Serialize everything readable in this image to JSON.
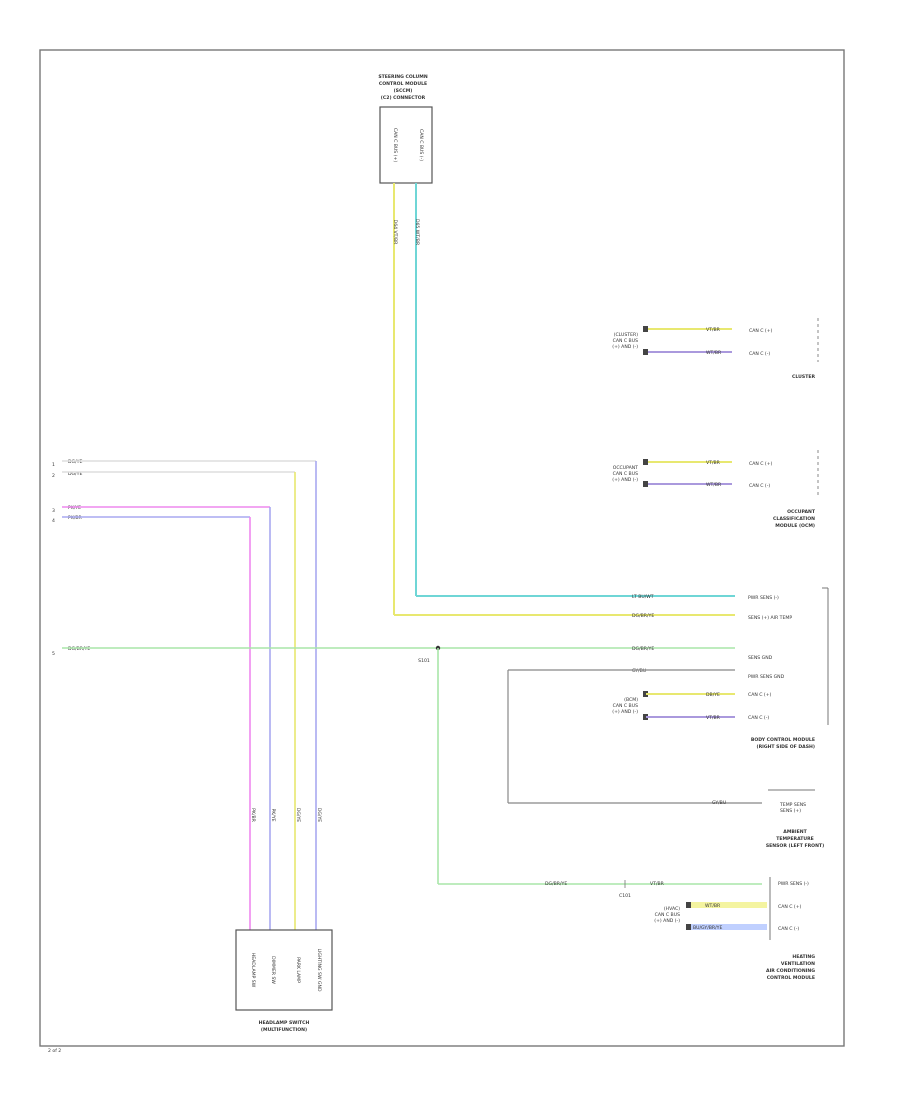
{
  "colors": {
    "frame": "#777777",
    "connector": "#555555",
    "wire_yellow": "#e8e870",
    "wire_cyan": "#6fd6d6",
    "wire_green": "#a8e6a8",
    "wire_magenta": "#ee88ee",
    "wire_lavender": "#a8a8f0",
    "wire_blue": "#4444dd",
    "wire_white": "#dddddd",
    "wire_gray": "#888888",
    "wire_violet": "#aa99dd",
    "highlight_yellow": "#f4f4a0",
    "highlight_blue": "#c0d0ff"
  },
  "labels": {
    "top_module": [
      "STEERING COLUMN",
      "CONTROL MODULE",
      "(SCCM)",
      "(C2) CONNECTOR"
    ],
    "top_pin_left": "CAN C BUS (+)",
    "top_pin_right": "CAN C BUS (-)",
    "top_wire_left": "D64 VT/BR",
    "top_wire_right": "D65 WT/BR",
    "cluster_pins": [
      "CAN C (+)",
      "CAN C (-)"
    ],
    "cluster_ctrl": [
      "(CLUSTER)",
      "CAN C BUS",
      "(+) AND (-)"
    ],
    "cluster_name": "CLUSTER",
    "cluster_wires": [
      "VT/BR",
      "WT/BR"
    ],
    "occupant_pins": [
      "CAN C (+)",
      "CAN C (-)"
    ],
    "occupant_ctrl": [
      "OCCUPANT",
      "CAN C BUS",
      "(+) AND (-)"
    ],
    "occupant_name": [
      "OCCUPANT",
      "CLASSIFICATION",
      "MODULE (OCM)"
    ],
    "occupant_wires": [
      "VT/BR",
      "WT/BR"
    ],
    "left_wires": [
      "DG/YE",
      "DG/YE",
      "PK/YE",
      "PK/BR"
    ],
    "left_pins": [
      "1",
      "2",
      "3",
      "4"
    ],
    "left_ground": "DG/BR/YE",
    "left_ground_pin": "5",
    "bcm_pins": [
      "PWR SENS (-)",
      "SENS (+) AIR TEMP",
      "SENS GND",
      "PWR SENS GND",
      "CAN C (+)",
      "CAN C (-)"
    ],
    "bcm_wires": [
      "LT BU/WT",
      "DG/BR/YE",
      "DG/BR/YE",
      "GY/BU",
      "DB/YE",
      "VT/BR"
    ],
    "bcm_ctrl": [
      "(BCM)",
      "CAN C BUS",
      "(+) AND (-)"
    ],
    "bcm_name": [
      "BODY CONTROL MODULE",
      "(RIGHT SIDE OF DASH)"
    ],
    "splice": "S101",
    "ambient_wire": "GY/BU",
    "ambient_pins": [
      "TEMP SENS",
      "SENS (+)"
    ],
    "ambient_name": [
      "AMBIENT",
      "TEMPERATURE",
      "SENSOR (LEFT FRONT)"
    ],
    "bottom_wire": "DG/BR/YE",
    "bottom_junction": "C101",
    "bottom_pins": [
      "PWR SENS (-)",
      "CAN C (+)",
      "CAN C (-)"
    ],
    "bottom_wires": [
      "VT/BR",
      "WT/BR",
      "BU/GY/BR/YE"
    ],
    "bottom_ctrl": [
      "(HVAC)",
      "CAN C BUS",
      "(+) AND (-)"
    ],
    "bottom_name": [
      "HEATING",
      "VENTILATION",
      "AIR CONDITIONING",
      "CONTROL MODULE"
    ],
    "left_module_pins": [
      "HEADLAMP SW",
      "DIMMER SW",
      "PARK LAMP",
      "LIGHTING SW GND"
    ],
    "left_module_name": [
      "HEADLAMP SWITCH",
      "(MULTIFUNCTION)"
    ],
    "page_number": "2 of 2"
  }
}
